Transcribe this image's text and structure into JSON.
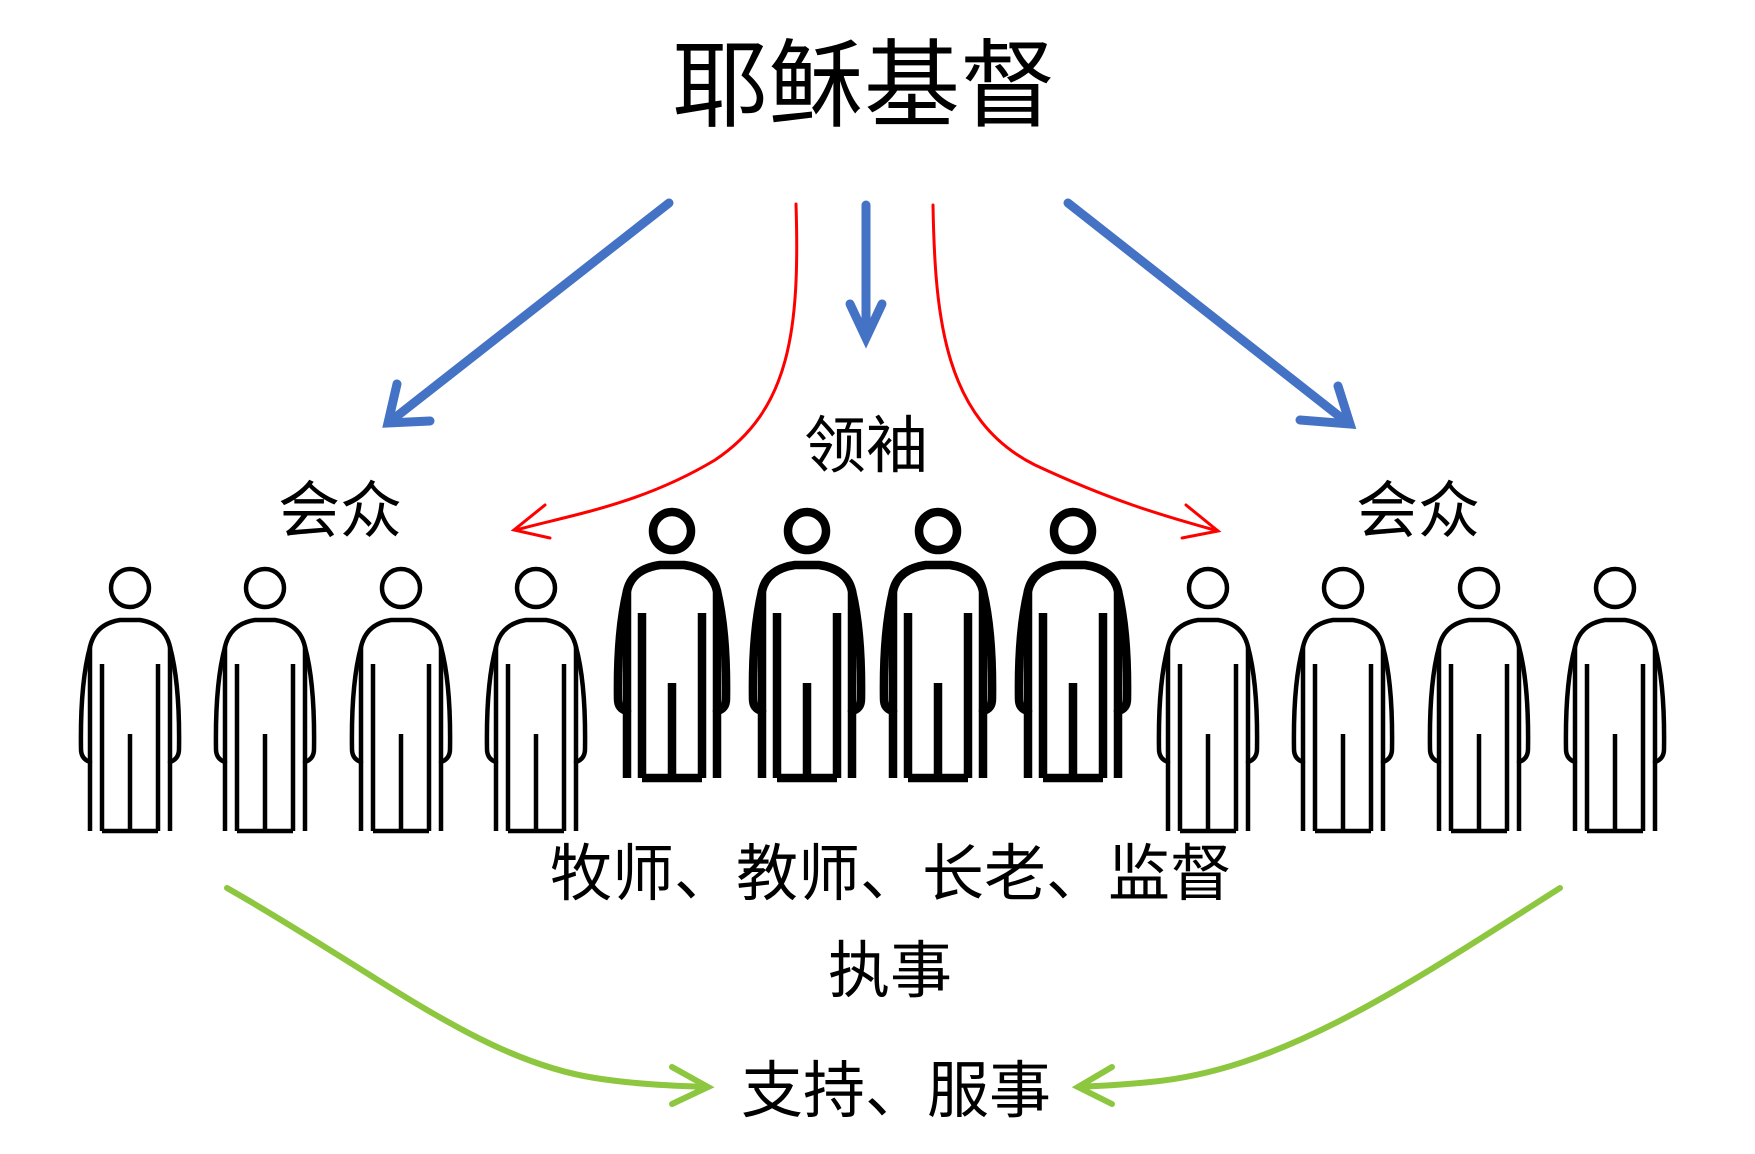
{
  "title": "耶稣基督",
  "labels": {
    "leaders": "领袖",
    "congregation_left": "会众",
    "congregation_right": "会众",
    "leader_roles": "牧师、教师、长老、监督",
    "deacons": "执事",
    "support": "支持、服事"
  },
  "colors": {
    "blue_arrow": "#4472C4",
    "red_arrow": "#FF0000",
    "green_arrow": "#8DC63F",
    "figure": "#000000",
    "background": "#FFFFFF"
  },
  "figures": {
    "congregation_left_count": 4,
    "leaders_count": 4,
    "congregation_right_count": 4
  }
}
